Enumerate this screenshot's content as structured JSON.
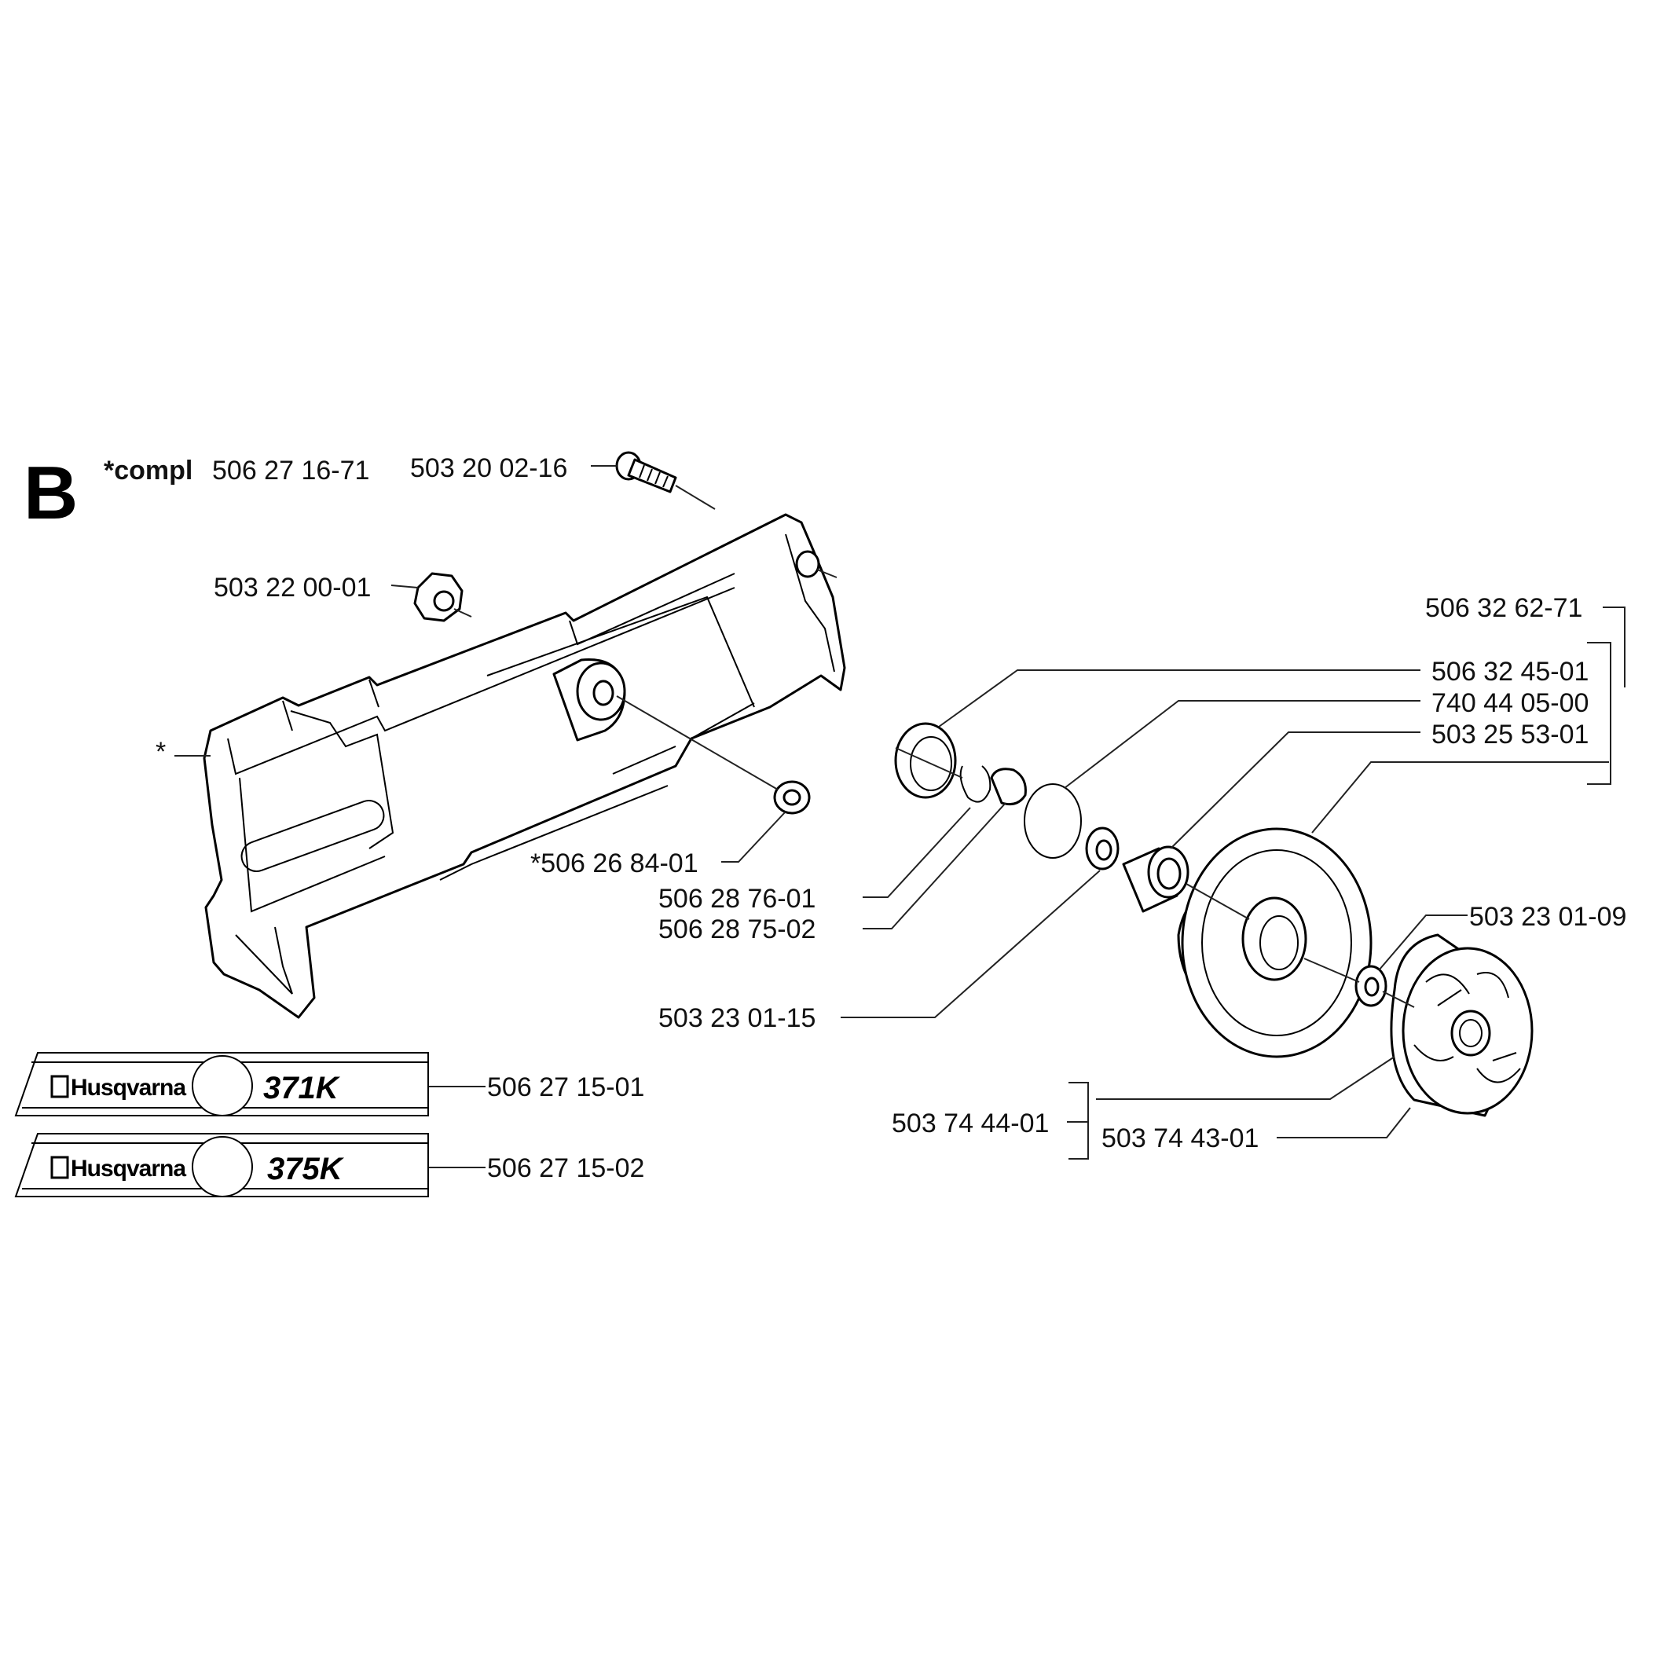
{
  "section_letter": "B",
  "assembly_note": {
    "prefix": "*compl",
    "number": "506 27 16-71"
  },
  "asterisk": "*",
  "decals": [
    {
      "brand": "Husqvarna",
      "model": "371K",
      "part": "506 27 15-01"
    },
    {
      "brand": "Husqvarna",
      "model": "375K",
      "part": "506 27 15-02"
    }
  ],
  "labels": {
    "screw": "503 20 02-16",
    "nut": "503 22 00-01",
    "bushing": "*506 26 84-01",
    "clutch_kit": "506 32 62-71",
    "seal": "506 32 45-01",
    "washer_ring": "740 44 05-00",
    "bearing": "503 25 53-01",
    "circlip": "506 28 76-01",
    "spring_clip": "506 28 75-02",
    "washer_small": "503 23 01-15",
    "washer_right": "503 23 01-09",
    "clutch_assembly": "503 74 44-01",
    "clutch_part": "503 74 43-01"
  }
}
